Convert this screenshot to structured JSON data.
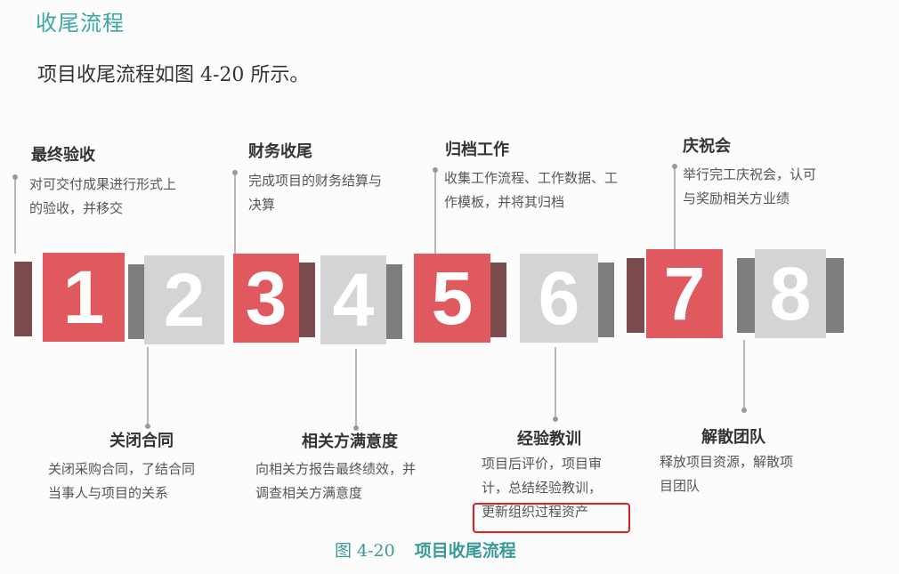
{
  "section_title": "收尾流程",
  "intro": "项目收尾流程如图 4-20 所示。",
  "steps": [
    {
      "number": "1",
      "title": "最终验收",
      "desc_lines": [
        "对可交付成果进行形式上",
        "的验收，并移交"
      ],
      "color": "#e0595f"
    },
    {
      "number": "2",
      "title": "关闭合同",
      "desc_lines": [
        "关闭采购合同，了结合同",
        "当事人与项目的关系"
      ],
      "color": "#d4d4d4"
    },
    {
      "number": "3",
      "title": "财务收尾",
      "desc_lines": [
        "完成项目的财务结算与",
        "决算"
      ],
      "color": "#e0595f"
    },
    {
      "number": "4",
      "title": "相关方满意度",
      "desc_lines": [
        "向相关方报告最终绩效，并",
        "调查相关方满意度"
      ],
      "color": "#d4d4d4"
    },
    {
      "number": "5",
      "title": "归档工作",
      "desc_lines": [
        "收集工作流程、工作数据、工",
        "作模板，并将其归档"
      ],
      "color": "#e0595f"
    },
    {
      "number": "6",
      "title": "经验教训",
      "desc_lines": [
        "项目后评价，项目审",
        "计，总结经验教训，",
        "更新组织过程资产"
      ],
      "color": "#d4d4d4"
    },
    {
      "number": "7",
      "title": "庆祝会",
      "desc_lines": [
        "举行完工庆祝会，认可",
        "与奖励相关方业绩"
      ],
      "color": "#e0595f"
    },
    {
      "number": "8",
      "title": "解散团队",
      "desc_lines": [
        "释放项目资源，解散项",
        "目团队"
      ],
      "color": "#d4d4d4"
    }
  ],
  "caption": {
    "number": "图 4-20",
    "text": "项目收尾流程"
  }
}
